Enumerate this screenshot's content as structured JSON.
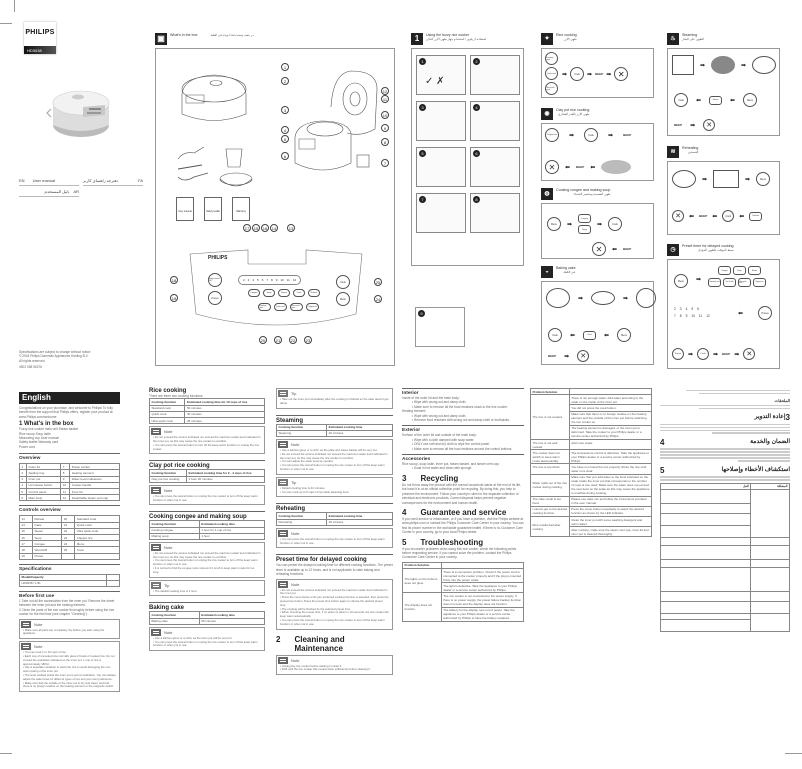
{
  "cover": {
    "brand": "PHILIPS",
    "model": "HD3038",
    "languages": [
      {
        "code": "EN",
        "label": "User manual"
      },
      {
        "code": "FA",
        "label": "دفترچه راهنمای کاربر"
      },
      {
        "code": "AR",
        "label": "دليل المستخدم"
      }
    ],
    "footer_lines": [
      "Specifications are subject to change without notice",
      "© 2018 Philips Domestic Appliances Holding B.V.",
      "All rights reserved.",
      "4502 058 56276"
    ]
  },
  "diagram_page": {
    "header_title": "What's in the box",
    "header_ar": "در جعبه چیست/ماذا يوجد في العلبة",
    "callouts_top": [
      "1",
      "2",
      "3",
      "4",
      "5",
      "6",
      "7",
      "8",
      "9",
      "10",
      "11",
      "12"
    ],
    "manuals": [
      "User manual",
      "Safety leaflet",
      "Warranty"
    ],
    "panel_brand": "PHILIPS",
    "panel_callouts_top": [
      "17",
      "15",
      "16",
      "14",
      "13"
    ],
    "panel_callouts_left": [
      "18",
      "19"
    ],
    "panel_callouts_right": [
      "25",
      "24"
    ],
    "panel_callouts_bottom": [
      "20",
      "21",
      "22",
      "23"
    ],
    "timer_digits": [
      "2",
      "3",
      "4",
      "5",
      "6",
      "7",
      "8",
      "9",
      "10",
      "11",
      "12"
    ],
    "panel_buttons_top": [
      "Congee",
      "Soup",
      "Steam",
      "Cake",
      "Reheat"
    ],
    "panel_buttons_bottom": [
      "Standard cook",
      "Quick cook",
      "Ultra quick cook",
      "Claypot rice"
    ],
    "panel_left_buttons": [
      "Keep warm/ Off",
      "Preset"
    ],
    "panel_right_buttons": [
      "Cook",
      "Menu"
    ]
  },
  "using_page": {
    "section_number": "1",
    "title": "Using the fuzzy rice cooker",
    "title_ar": "استفاده از پلوپز / استخدام جهاز طهي الأرز الذكي",
    "steps": [
      "1",
      "2",
      "3",
      "4",
      "5",
      "6",
      "7",
      "8",
      "9"
    ]
  },
  "flow_panels": [
    {
      "id": "rice",
      "title": "Rice cooking",
      "title_ar": "طهي الأرز",
      "buttons": [
        "Standard cook",
        "Quick cook",
        "Ultra quick cook"
      ],
      "flow": [
        "Cook",
        "BEEP"
      ]
    },
    {
      "id": "claypot",
      "title": "Clay pot rice cooking",
      "title_ar": "طهي الأرز بالقدر الفخاري",
      "buttons": [
        "Claypot rice"
      ],
      "flow": [
        "Cook",
        "BEEP",
        "BEEP"
      ]
    },
    {
      "id": "congee",
      "title": "Cooking congee and making soup",
      "title_ar": "طهي العصيدة وتحضير الحساء",
      "buttons": [
        "Menu",
        "Congee",
        "Soup"
      ],
      "flow": [
        "Cook",
        "BEEP"
      ]
    },
    {
      "id": "cake",
      "title": "Baking cake",
      "title_ar": "خبز الكعك",
      "buttons": [
        "Menu",
        "Cake"
      ],
      "flow": [
        "Cook",
        "BEEP"
      ]
    },
    {
      "id": "steam",
      "title": "Steaming",
      "title_ar": "الطهي على البخار",
      "buttons": [
        "Menu",
        "Steam"
      ],
      "flow": [
        "Cook",
        "BEEP"
      ]
    },
    {
      "id": "reheat",
      "title": "Reheating",
      "title_ar": "التسخين",
      "buttons": [
        "Menu",
        "Reheat"
      ],
      "flow": [
        "Cook",
        "BEEP"
      ]
    },
    {
      "id": "preset",
      "title": "Preset timer for delayed cooking",
      "title_ar": "ضبط المؤقت للطهي المؤجل",
      "buttons": [
        "Menu",
        "Congee",
        "Soup",
        "Steam",
        "Standard cook",
        "Quick cook",
        "Ultra quick cook",
        "Claypot rice",
        "Preset",
        "Cook"
      ],
      "digits": [
        "2",
        "3",
        "4",
        "5",
        "6",
        "7",
        "8",
        "9",
        "10",
        "11",
        "12"
      ],
      "flow": [
        "BEEP"
      ]
    }
  ],
  "english": {
    "heading": "English",
    "intro": "Congratulations on your purchase, and welcome to Philips! To fully benefit from the support that Philips offers, register your product at www.Philips.com/welcome.",
    "whats_in_box_title": "1 What's in the box",
    "box_items": [
      "Fuzzy rice cooker main unit  Steam basket",
      "Rice scoop    Soup ladle",
      "Measuring cup    User manual",
      "Safety leaflet    Warranty card",
      "Power cord"
    ],
    "overview_title": "Overview",
    "overview": [
      [
        "1",
        "Outer lid",
        "7",
        "Power socket"
      ],
      [
        "2",
        "Sealing ring",
        "8",
        "Heating element"
      ],
      [
        "3",
        "Inner pot",
        "9",
        "Water level indications"
      ],
      [
        "4",
        "Lid release button",
        "10",
        "Cooker handle"
      ],
      [
        "5",
        "Control panel",
        "11",
        "Inner lid"
      ],
      [
        "6",
        "Main body",
        "12",
        "Detachable steam vent cap"
      ]
    ],
    "controls_title": "Controls overview",
    "controls": [
      [
        "13",
        "Reheat",
        "20",
        "Standard cook"
      ],
      [
        "14",
        "Cake",
        "21",
        "Quick cook"
      ],
      [
        "15",
        "Steam",
        "22",
        "Ultra quick cook"
      ],
      [
        "16",
        "Soup",
        "23",
        "Claypot rice"
      ],
      [
        "17",
        "Congee",
        "24",
        "Menu"
      ],
      [
        "18",
        "Warm/Off",
        "25",
        "Cook"
      ],
      [
        "19",
        "Preset",
        "",
        ""
      ]
    ],
    "specs_title": "Specifications",
    "specs_header": "Model/Capacity",
    "specs_value": "HD3038 / 1.8L",
    "before_title": "Before first use",
    "before_steps": [
      "1  Take out all the accessories from the inner pot. Remove the sheet between the inner pot and the heating element.",
      "2  Clean the parts of the rice cooker thoroughly before using the rice cooker for the first time (see chapter \"Cleaning\")."
    ],
    "note1": [
      "Make sure all parts are completely dry before you start using the appliance."
    ],
    "note2": [
      "You can cook 1 to 10 cups of rice.",
      "Each cup of uncooked rice normally gives 2 bowls of cooked rice. Do not exceed the quantities indicated on the inner pot. 1 cup of rice is approximately 180ml.",
      "Use a separate container to wash the rice to avoid damaging the non-stick coating of the inner pot.",
      "The level marked inside the inner pot is just an indication. You can always adjust the water level for different types of rice and your own preference.",
      "Make sure that the outside of the inner pot is dry and clean, and that there is no foreign residue on the heating element or the magnetic switch."
    ]
  },
  "col2": {
    "rice_title": "Rice cooking",
    "rice_intro": "There are three rice cooking functions.",
    "rice_table": {
      "headers": [
        "Cooking function",
        "Estimated cooking time for 10 cups of rice"
      ],
      "rows": [
        [
          "Standard cook",
          "50 minutes"
        ],
        [
          "Quick cook",
          "40 minutes"
        ],
        [
          "Ultra quick cook",
          "35 minutes"
        ]
      ]
    },
    "rice_note": [
      "Do not exceed the volume indicated nor exceed the maximum water level indicated in the inner pot, as this may cause the rice cooker to overflow.",
      "You can press the cancel button to turn off the keep warm function or unplug the rice cooker."
    ],
    "claypot_title": "Clay pot rice cooking",
    "claypot_table": {
      "headers": [
        "Cooking function",
        "Estimated cooking time for 2 - 4 cups of rice"
      ],
      "rows": [
        [
          "Clay pot rice cooking",
          "1 hour 20 minutes"
        ]
      ]
    },
    "claypot_note": [
      "You can press the cancel button or unplug the rice cooker to turn off the keep warm function or when not in use."
    ],
    "congee_title": "Cooking congee and making soup",
    "congee_table": {
      "headers": [
        "Cooking function",
        "Estimated cooking time"
      ],
      "rows": [
        [
          "Cooking congee",
          "1 hour for 1 cup of rice"
        ],
        [
          "Making soup",
          "1 hour"
        ]
      ]
    },
    "congee_note": [
      "Do not exceed the volume indicated nor exceed the maximum water level indicated in the inner pot, as this may cause the rice cooker to overflow.",
      "You can press the cancel button or unplug the rice cooker to turn off the keep warm function or when not in use.",
      "It is normal to find the congee more viscous if it is left in keep warm mode for too long."
    ],
    "congee_tip": [
      "The default cooking time is 1 hour."
    ],
    "cake_title": "Baking cake",
    "cake_table": {
      "headers": [
        "Cooking function",
        "Estimated cooking time"
      ],
      "rows": [
        [
          "Baking cake",
          "55 minutes"
        ]
      ]
    },
    "cake_note": [
      "Use a kitchen glove or a cloth, as the inner pot will be very hot.",
      "You can press the cancel button or unplug the rice cooker to turn off the keep warm function or when not in use."
    ]
  },
  "col3": {
    "tip_top": [
      "Take out the inner pot immediately after the cooking is finished so the cake doesn't get damp."
    ],
    "steam_title": "Steaming",
    "steam_table": {
      "headers": [
        "Cooking function",
        "Estimated cooking time"
      ],
      "rows": [
        [
          "Steaming",
          "20 minutes"
        ]
      ]
    },
    "steam_note": [
      "Use a kitchen glove or a cloth, as the plate and steam basket will be very hot.",
      "Do not exceed the volume indicated nor exceed the maximum water level indicated in the inner pot, as this may cause the rice cooker to overflow.",
      "You can adjust the water level as needed.",
      "You can press the cancel button or unplug the rice cooker to turn off the keep warm function or when not in use."
    ],
    "steam_tip": [
      "Default cooking time is 42 minutes.",
      "You can cook up to 5 cups of rice while steaming food."
    ],
    "reheat_title": "Reheating",
    "reheat_table": {
      "headers": [
        "Cooking function",
        "Estimated cooking time"
      ],
      "rows": [
        [
          "Reheating",
          "25 minutes"
        ]
      ]
    },
    "reheat_note": [
      "You can press the cancel button or unplug the rice cooker to turn off the keep warm function or when not in use."
    ],
    "preset_title": "Preset time for delayed cooking",
    "preset_intro": "You can preset the delayed cooking time for different cooking functions. The preset timer is available up to 12 hours, and is not applicable to cake baking and reheating functions.",
    "preset_note": [
      "Do not exceed the volume indicated nor exceed the maximum water level indicated in the inner pot.",
      "Press the menu button until your preferred cooking function is selected, then press the preset time button. Press the preset time button again to choose the desired preset time.",
      "The cooking will be finished by the selected preset time.",
      "When choosing the preset time, if no action is taken in 10 seconds, the rice cooker will keep warm automatically.",
      "You can press the cancel button or unplug the rice cooker to turn off the keep warm function or when not in use."
    ],
    "cleaning_num": "2",
    "cleaning_title": "Cleaning and Maintenance",
    "cleaning_note": [
      "Unplug the rice cooker before starting to clean it.",
      "Wait until the rice cooker has cooled down sufficiently before cleaning it."
    ]
  },
  "col4": {
    "interior_title": "Interior",
    "interior_text": [
      "Inside of the outer lid and the main body:",
      "Wipe with wrung out and damp cloth.",
      "Make sure to remove all the food residues stuck to the rice cooker.",
      "Heating element:",
      "Wipe with wrung out and damp cloth.",
      "Remove food residues with wrung out and damp cloth or toothpicks."
    ],
    "exterior_title": "Exterior",
    "exterior_text": [
      "Surface of the outer lid and outside of the main body:",
      "Wipe with a cloth damped with soap water.",
      "ONLY use soft and dry cloth to wipe the control panel.",
      "Make sure to remove all the food residues around the control buttons."
    ],
    "accessories_title": "Accessories",
    "accessories_text": [
      "Rice scoop, soup ladle, inner pot, steam basket, and steam vent cap:",
      "Soak in hot water and clean with sponge."
    ],
    "recycling_num": "3",
    "recycling_title": "Recycling",
    "recycling_text": "Do not throw away the product with the normal household waste at the end of its life, but hand it in at an official collection point for recycling. By doing this, you help to preserve the environment. Follow your country's rules for the separate collection of electrical and electronic products. Correct disposal helps prevent negative consequences for the environment and human health.",
    "guarantee_num": "4",
    "guarantee_title": "Guarantee and service",
    "guarantee_text": "If you need service or information, or if you have a problem, visit the Philips website at www.philips.com or contact the Philips Customer Care Center in your country. You can find its phone number in the worldwide guarantee leaflet. If there is no Customer Care Center in your country, go to your local Philips dealer.",
    "trouble_num": "5",
    "trouble_title": "Troubleshooting",
    "trouble_intro": "If you encounter problems when using this rice cooker, check the following points before requesting service. If you cannot solve the problem, contact the Philips Consumer Care Center in your country.",
    "trouble_header": [
      "Problem",
      "Solution"
    ],
    "trouble_rows": [
      {
        "problem": "The lights on the buttons does not glow.",
        "solutions": [
          "There is a connection problem. Check if the power cord is connected to the cooker properly and if the plug is inserted firmly into the power outlet.",
          "The light is defective. Take the appliance to your Philips dealer or a service center authorized by Philips."
        ]
      },
      {
        "problem": "The display does not function.",
        "solutions": [
          "The rice cooker is not connected to the power supply. If there is no power supply, the power failure backup function does not work and the display does not function.",
          "The battery for the display runs out of power. Take the appliance to your Philips dealer or a service center authorized by Philips to have the battery replaced."
        ]
      }
    ]
  },
  "col5": {
    "trouble_header": [
      "Problem",
      "Solution"
    ],
    "trouble_rows": [
      {
        "problem": "The rice is not cooked.",
        "solutions": [
          "There is not enough water. Add water according to the scale on the inside of the inner pot.",
          "You did not press the cook button.",
          "Make sure that there is no foreign residue on the heating element and the outside of the inner pot before switching the rice cooker on.",
          "The heating element is damaged, or the inner pot is deformed. Take the cooker to your Philips dealer or a service center authorized by Philips."
        ]
      },
      {
        "problem": "The rice is not well cooked.",
        "solutions": [
          "Add more water."
        ]
      },
      {
        "problem": "The cooker does not switch to keep warm mode automatically.",
        "solutions": [
          "The temperature control is defective. Take the appliance to your Philips dealer or a service center authorized by Philips."
        ]
      },
      {
        "problem": "The rice is scorched.",
        "solutions": [
          "You have not rinsed the rice properly. Rinse the rice until water runs clear."
        ]
      },
      {
        "problem": "Water spills out of the rice cooker during cooking.",
        "solutions": [
          "Make sure that you add water to the level indicated on the scale inside the inner pot that corresponds to the number of cups of rice used. Make sure the water does not exceed the next level on the scale as this may cause the appliance to overflow during cooking."
        ]
      },
      {
        "problem": "The cake result is too hard.",
        "solutions": [
          "Please use cake mix and follow the instructions provided in the user manual."
        ]
      },
      {
        "problem": "I cannot get to the desired cooking function.",
        "solutions": [
          "Press the menu button repeatedly to select the desired function as shown by the LED indicator."
        ]
      },
      {
        "problem": "Rice smells bad after cooking",
        "solutions": [
          "Clean the inner pot with some washing detergent and warm water.",
          "After cooking, make sure the steam vent cap, inner lid and inner pot is cleaned thoroughly."
        ]
      }
    ]
  },
  "arabic": {
    "section3_num": "3",
    "section3_title": "إعادة التدوير",
    "section4_num": "4",
    "section4_title": "الضمان والخدمة",
    "section5_num": "5",
    "section5_title": "استكشاف الأخطاء وإصلاحها",
    "accessories_title": "الملحقات",
    "table_header": [
      "المشكلة",
      "الحل"
    ]
  }
}
